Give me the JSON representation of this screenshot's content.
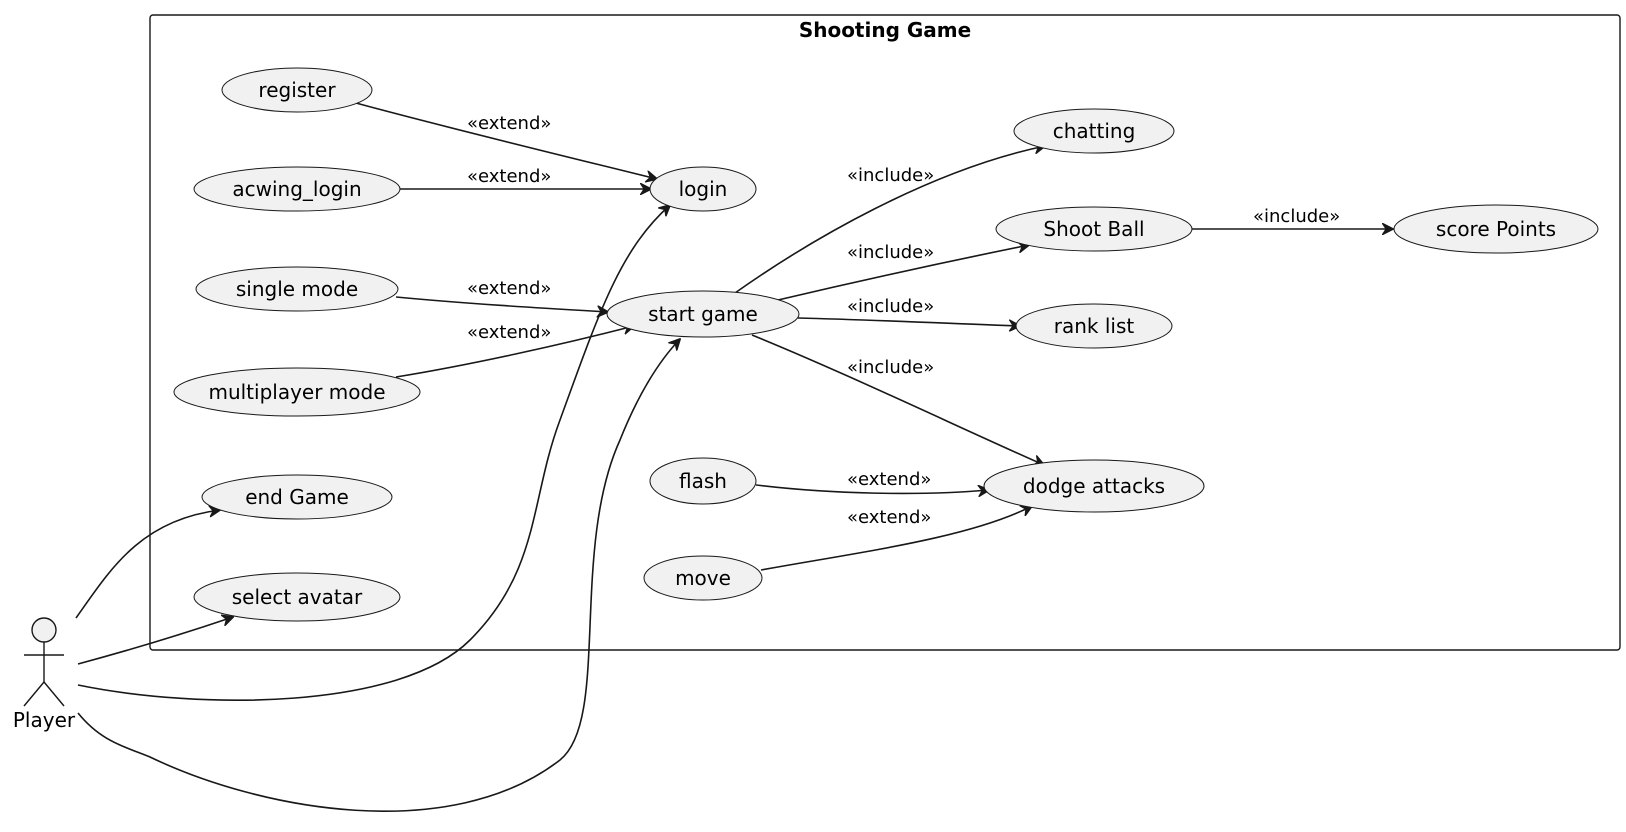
{
  "diagram": {
    "system_title": "Shooting Game",
    "actor": {
      "name": "Player"
    },
    "use_cases": [
      {
        "id": "register",
        "label": "register"
      },
      {
        "id": "acwing_login",
        "label": "acwing_login"
      },
      {
        "id": "login",
        "label": "login"
      },
      {
        "id": "single_mode",
        "label": "single mode"
      },
      {
        "id": "multiplayer_mode",
        "label": "multiplayer mode"
      },
      {
        "id": "start_game",
        "label": "start game"
      },
      {
        "id": "end_game",
        "label": "end Game"
      },
      {
        "id": "select_avatar",
        "label": "select avatar"
      },
      {
        "id": "chatting",
        "label": "chatting"
      },
      {
        "id": "shoot_ball",
        "label": "Shoot Ball"
      },
      {
        "id": "score_points",
        "label": "score Points"
      },
      {
        "id": "rank_list",
        "label": "rank list"
      },
      {
        "id": "flash",
        "label": "flash"
      },
      {
        "id": "dodge_attacks",
        "label": "dodge attacks"
      },
      {
        "id": "move",
        "label": "move"
      }
    ],
    "relations": [
      {
        "id": "r_register_login",
        "from": "register",
        "to": "login",
        "label": "«extend»"
      },
      {
        "id": "r_acwing_login",
        "from": "acwing_login",
        "to": "login",
        "label": "«extend»"
      },
      {
        "id": "r_single_start",
        "from": "single_mode",
        "to": "start_game",
        "label": "«extend»"
      },
      {
        "id": "r_multi_start",
        "from": "multiplayer_mode",
        "to": "start_game",
        "label": "«extend»"
      },
      {
        "id": "r_start_chatting",
        "from": "start_game",
        "to": "chatting",
        "label": "«include»"
      },
      {
        "id": "r_start_shoot",
        "from": "start_game",
        "to": "shoot_ball",
        "label": "«include»"
      },
      {
        "id": "r_start_rank",
        "from": "start_game",
        "to": "rank_list",
        "label": "«include»"
      },
      {
        "id": "r_start_dodge",
        "from": "start_game",
        "to": "dodge_attacks",
        "label": "«include»"
      },
      {
        "id": "r_shoot_score",
        "from": "shoot_ball",
        "to": "score_points",
        "label": "«include»"
      },
      {
        "id": "r_flash_dodge",
        "from": "flash",
        "to": "dodge_attacks",
        "label": "«extend»"
      },
      {
        "id": "r_move_dodge",
        "from": "move",
        "to": "dodge_attacks",
        "label": "«extend»"
      },
      {
        "id": "a_end_game",
        "from": "Player",
        "to": "end_game",
        "label": ""
      },
      {
        "id": "a_select_avatar",
        "from": "Player",
        "to": "select_avatar",
        "label": ""
      },
      {
        "id": "a_login",
        "from": "Player",
        "to": "login",
        "label": ""
      },
      {
        "id": "a_start_game",
        "from": "Player",
        "to": "start_game",
        "label": ""
      }
    ]
  }
}
